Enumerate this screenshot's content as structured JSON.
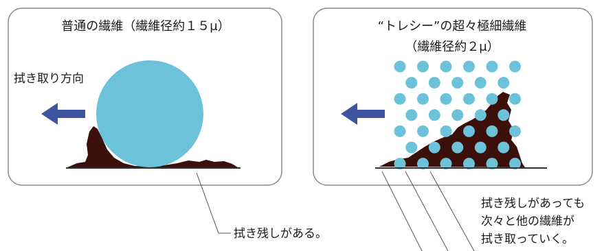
{
  "left_panel": {
    "title": "普通の繊維（繊維径約１５μ）",
    "direction_label": "拭き取り方向",
    "direction_arrow_icon": "left-arrow-icon"
  },
  "right_panel": {
    "title_line1": "“トレシー”の超々極細繊維",
    "title_line2": "（繊維径約２μ）",
    "direction_arrow_icon": "left-arrow-icon"
  },
  "callouts": {
    "left_text": "拭き残しがある。",
    "right_text_line1": "拭き残しがあっても",
    "right_text_line2": "次々と他の繊維が",
    "right_text_line3": "拭き取っていく。"
  },
  "colors": {
    "fiber": "#6cc3d9",
    "dirt": "#3b0f0a",
    "arrow": "#3d55a0",
    "panel_border": "#8a8a8a",
    "floor": "#333333"
  }
}
